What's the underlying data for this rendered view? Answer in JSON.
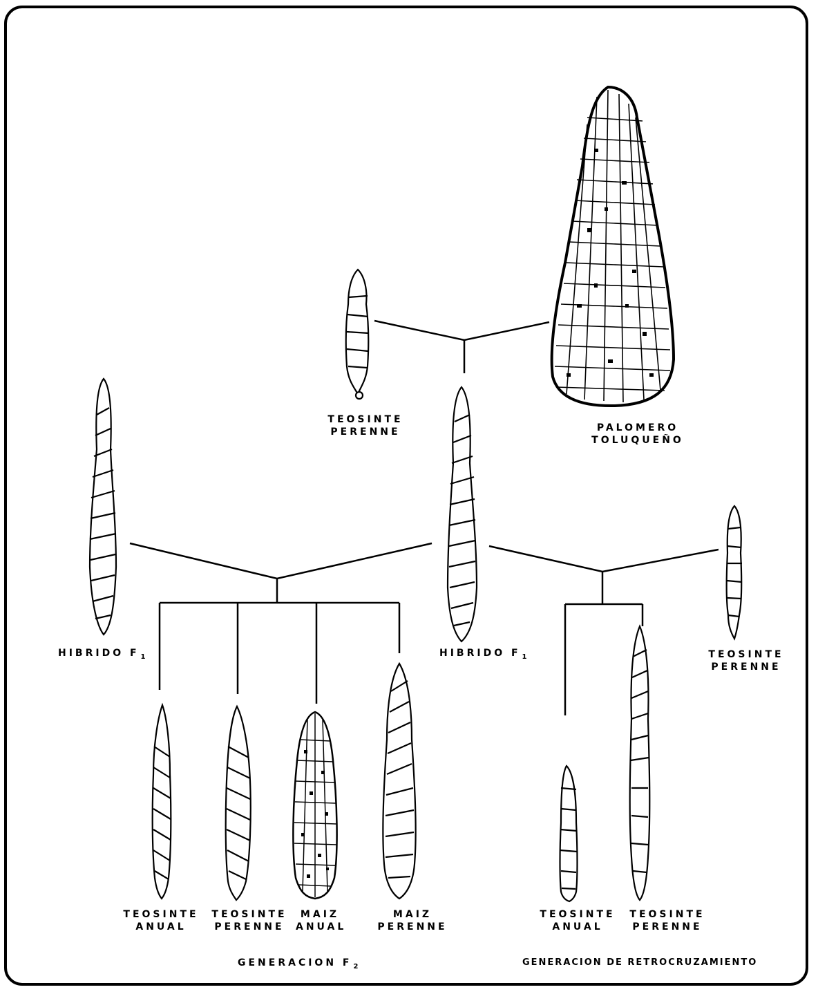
{
  "labels": {
    "teosinte_perenne_top_1": "TEOSINTE",
    "teosinte_perenne_top_2": "PERENNE",
    "palomero_1": "PALOMERO",
    "palomero_2": "TOLUQUEÑO",
    "hibrido_left": "HIBRIDO F",
    "hibrido_left_sub": "1",
    "hibrido_center": "HIBRIDO F",
    "hibrido_center_sub": "1",
    "teosinte_perenne_right_1": "TEOSINTE",
    "teosinte_perenne_right_2": "PERENNE",
    "f2_teosinte_anual_1": "TEOSINTE",
    "f2_teosinte_anual_2": "ANUAL",
    "f2_teosinte_perenne_1": "TEOSINTE",
    "f2_teosinte_perenne_2": "PERENNE",
    "f2_maiz_anual_1": "MAIZ",
    "f2_maiz_anual_2": "ANUAL",
    "f2_maiz_perenne_1": "MAIZ",
    "f2_maiz_perenne_2": "PERENNE",
    "bc_teosinte_anual_1": "TEOSINTE",
    "bc_teosinte_anual_2": "ANUAL",
    "bc_teosinte_perenne_1": "TEOSINTE",
    "bc_teosinte_perenne_2": "PERENNE",
    "generacion_f2": "GENERACION F",
    "generacion_f2_sub": "2",
    "generacion_retro": "GENERACION DE RETROCRUZAMIENTO"
  },
  "colors": {
    "ink": "#000000",
    "paper": "#ffffff"
  }
}
